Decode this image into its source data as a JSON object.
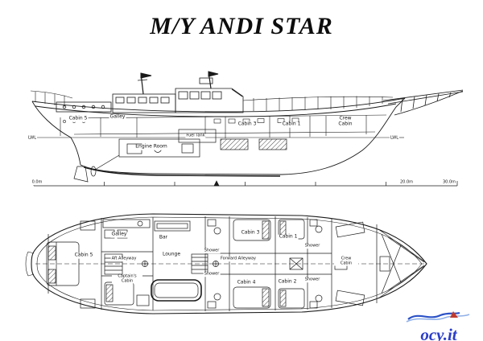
{
  "title": "M/Y ANDI STAR",
  "side_view": {
    "cabin5": "Cabin 5",
    "galley": "Galley",
    "cabin3": "Cabin 3",
    "cabin1": "Cabin 1",
    "crew_cabin": "Crew Cabin",
    "engine_room": "Engine Room",
    "fuel_tank": "Fuel Tank",
    "lwl_port": "LWL",
    "lwl_starboard": "LWL"
  },
  "scale_ruler": {
    "mark_zero": "0.0m",
    "mark_twenty": "20.0m",
    "mark_thirty": "30.0m"
  },
  "deck_plan": {
    "galley": "Galley",
    "bar": "Bar",
    "lounge": "Lounge",
    "cabin5": "Cabin 5",
    "aft_alleyway": "Aft Alleyway",
    "captains_cabin": "Captain's Cabin",
    "shower_aft_top": "Shower",
    "shower_aft_bottom": "Shower",
    "cabin3": "Cabin 3",
    "cabin4": "Cabin 4",
    "cabin1": "Cabin 1",
    "cabin2": "Cabin 2",
    "shower_fwd_top": "Shower",
    "shower_fwd_bottom": "Shower",
    "forward_alleyway": "Forward Alleyway",
    "crew_cabin": "Crew Cabin"
  },
  "logo": {
    "text": "ocy.it",
    "brand_color": "#2b3ec9"
  },
  "line_color": "#1a1a1a"
}
